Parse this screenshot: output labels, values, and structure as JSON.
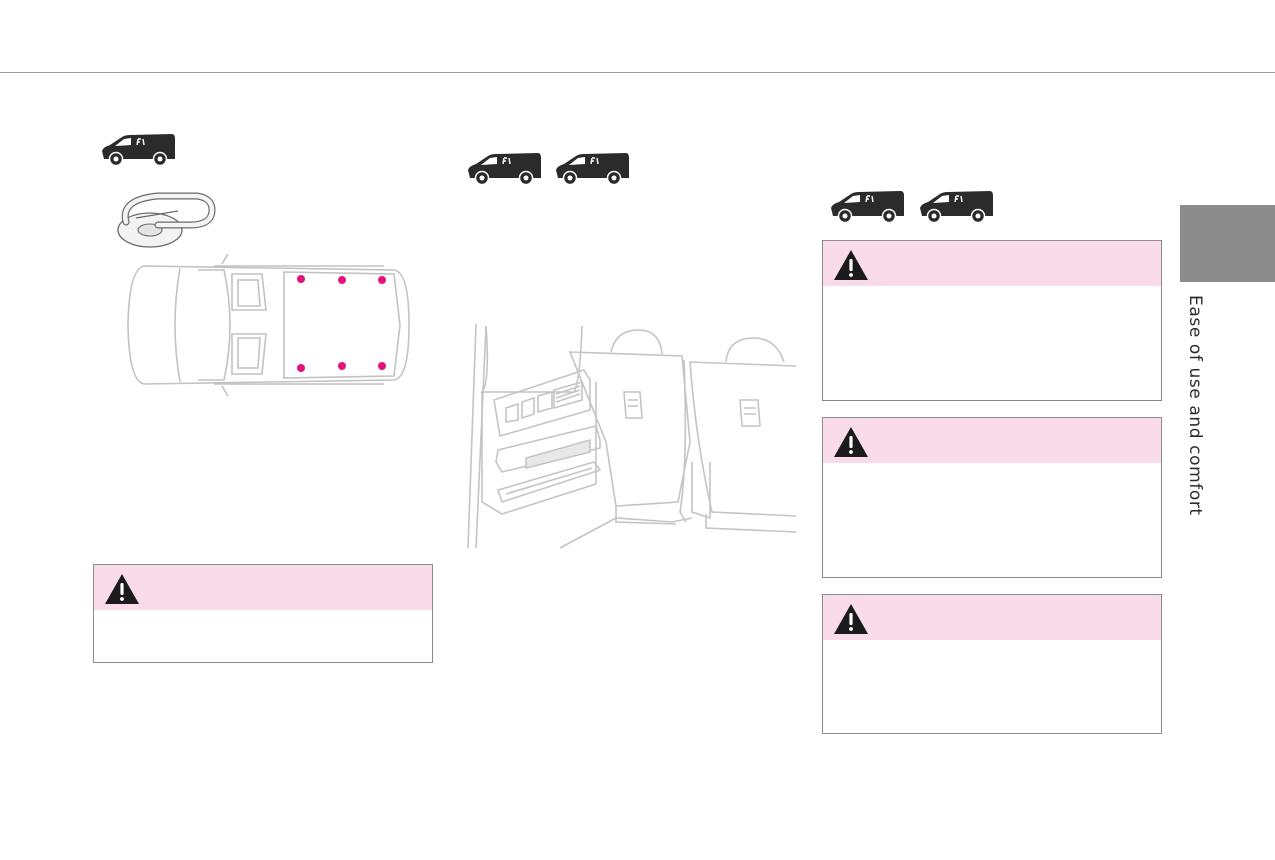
{
  "colors": {
    "accent_pink": "#fadbea",
    "marker_magenta": "#e0167d",
    "side_tab_gray": "#8c8c8c"
  },
  "sidebar": {
    "section_label": "Ease of use and comfort"
  },
  "left_column": {
    "van_variant_icons": [
      "van-icon"
    ],
    "illustrations": [
      "tie-down-ring-icon",
      "cargo-floor-top-view"
    ],
    "warning": {
      "icon": "warning-icon"
    }
  },
  "middle_column": {
    "van_variant_icons": [
      "van-icon",
      "van-icon"
    ],
    "illustrations": [
      "rear-seat-storage-illustration"
    ]
  },
  "right_column": {
    "van_variant_icons": [
      "van-icon",
      "van-icon"
    ],
    "warnings": [
      {
        "icon": "warning-icon"
      },
      {
        "icon": "warning-icon"
      },
      {
        "icon": "warning-icon"
      }
    ]
  }
}
